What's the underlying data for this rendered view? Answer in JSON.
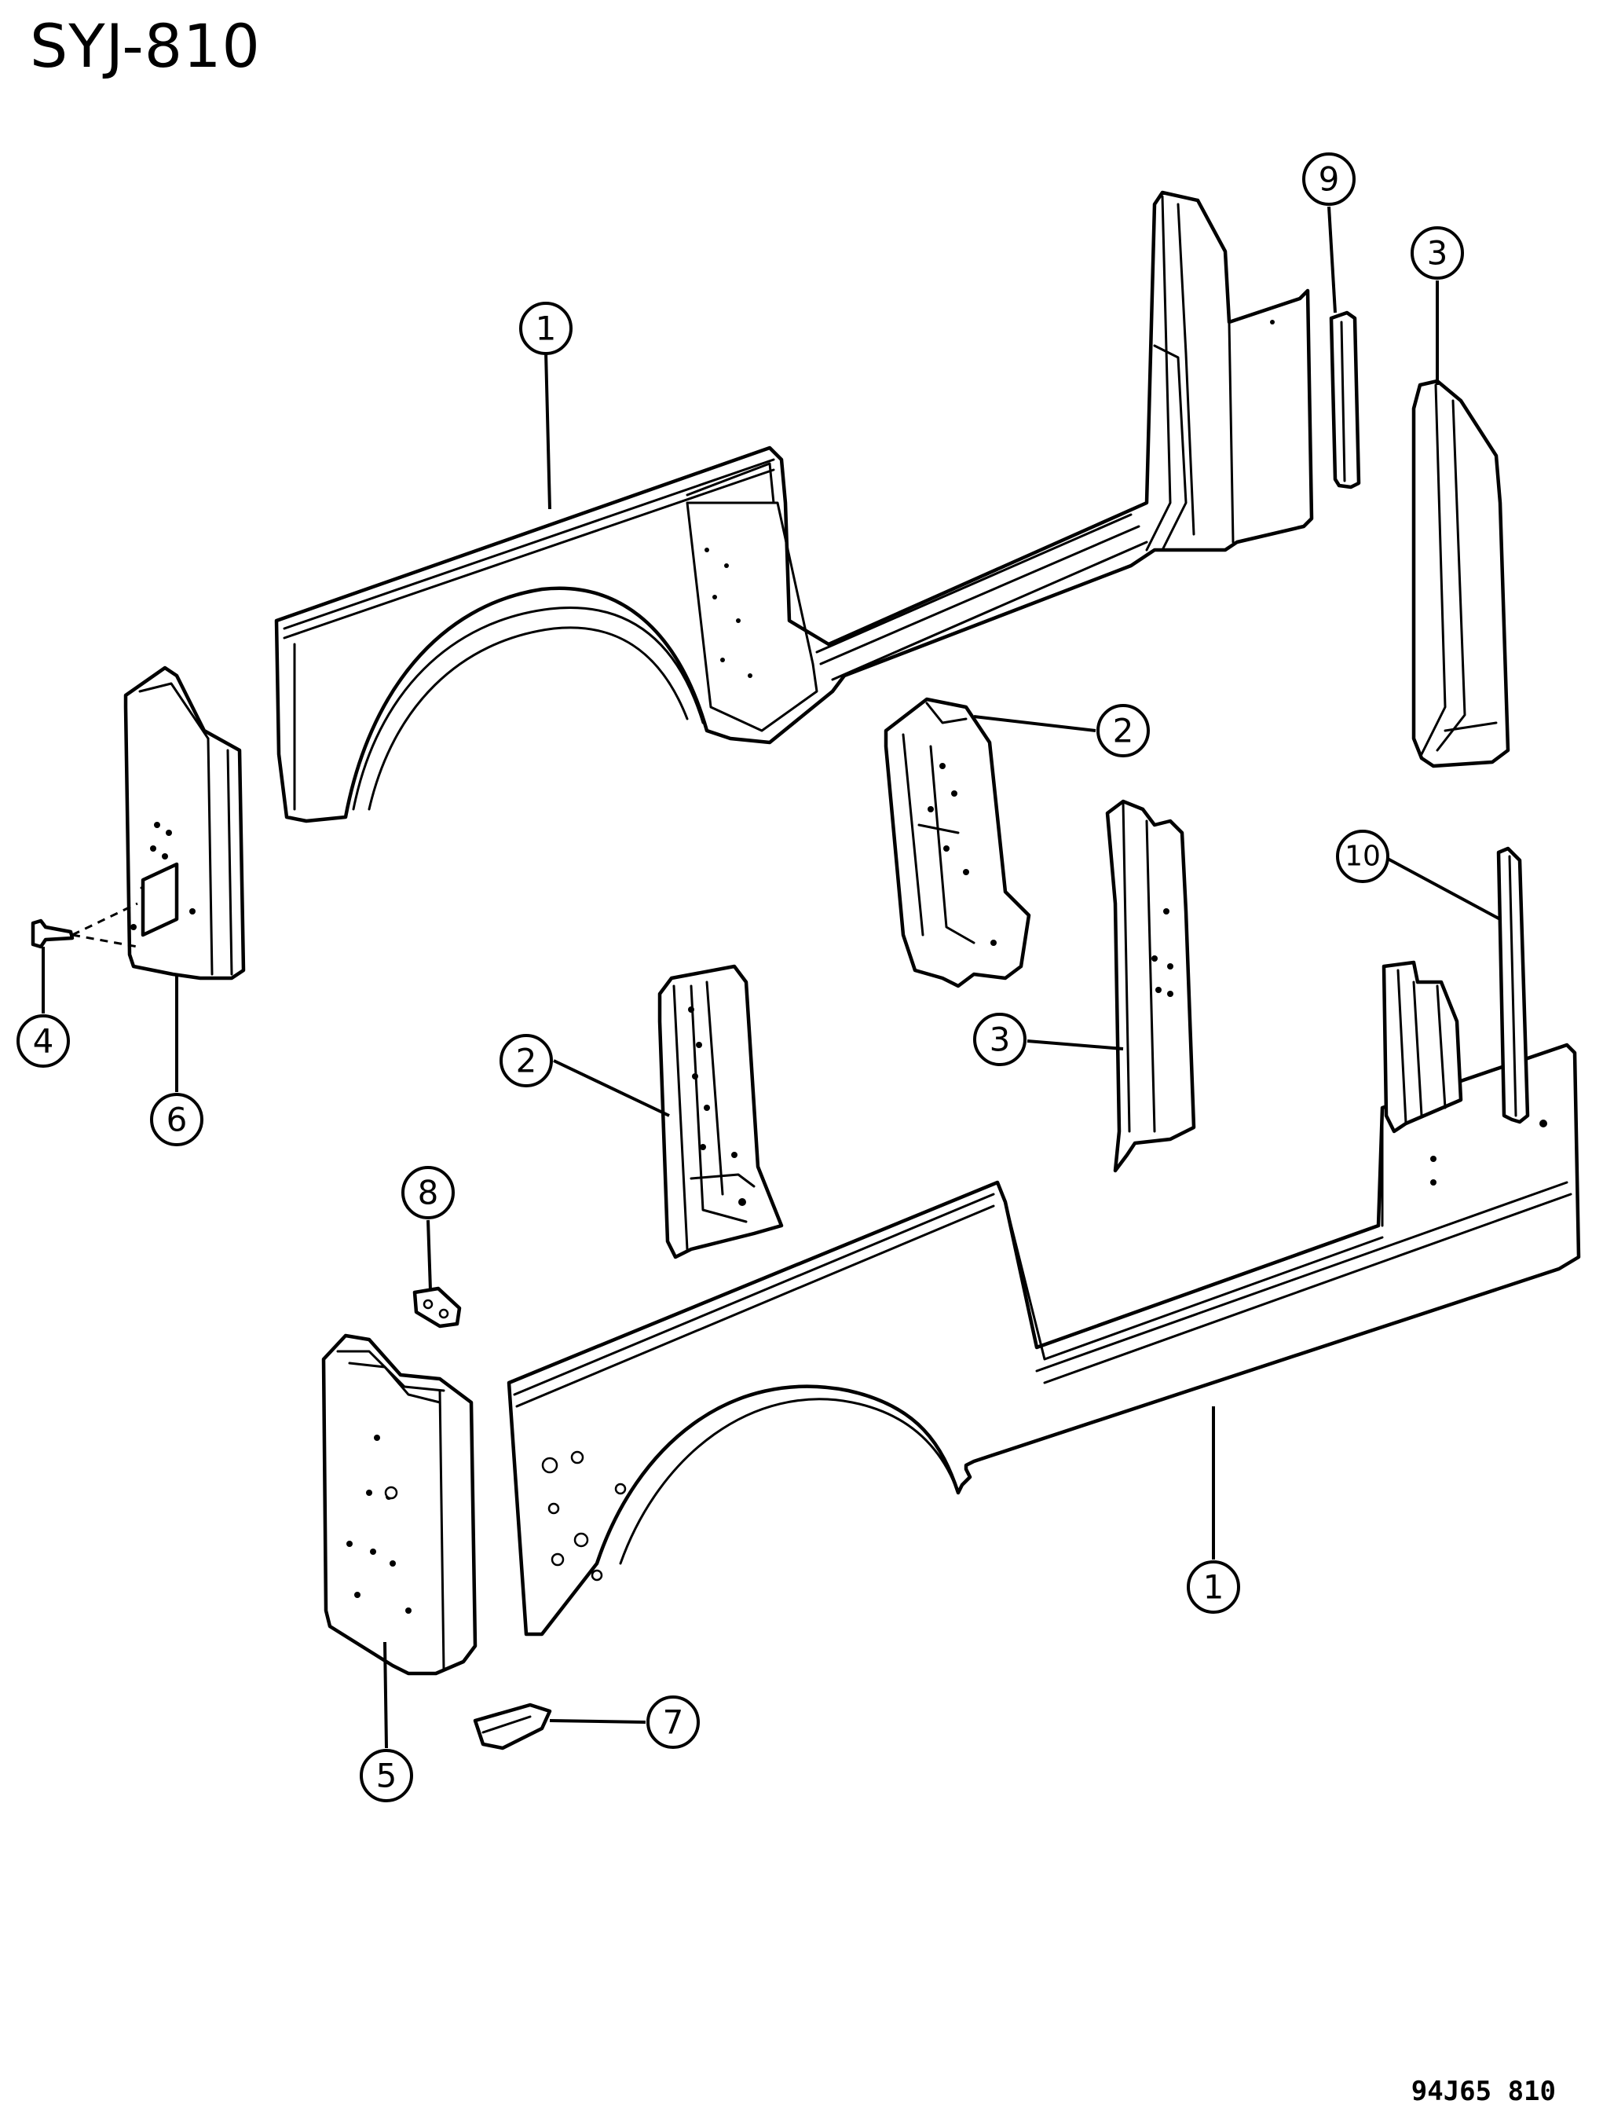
{
  "title": "SYJ-810",
  "figure_code": "94J65 810",
  "callouts": [
    {
      "id": "callout-1-upper",
      "label": "1"
    },
    {
      "id": "callout-1-lower",
      "label": "1"
    },
    {
      "id": "callout-2-upper",
      "label": "2"
    },
    {
      "id": "callout-2-lower",
      "label": "2"
    },
    {
      "id": "callout-3-upper",
      "label": "3"
    },
    {
      "id": "callout-3-lower",
      "label": "3"
    },
    {
      "id": "callout-4",
      "label": "4"
    },
    {
      "id": "callout-5",
      "label": "5"
    },
    {
      "id": "callout-6",
      "label": "6"
    },
    {
      "id": "callout-7",
      "label": "7"
    },
    {
      "id": "callout-8",
      "label": "8"
    },
    {
      "id": "callout-9",
      "label": "9"
    },
    {
      "id": "callout-10",
      "label": "10"
    }
  ]
}
